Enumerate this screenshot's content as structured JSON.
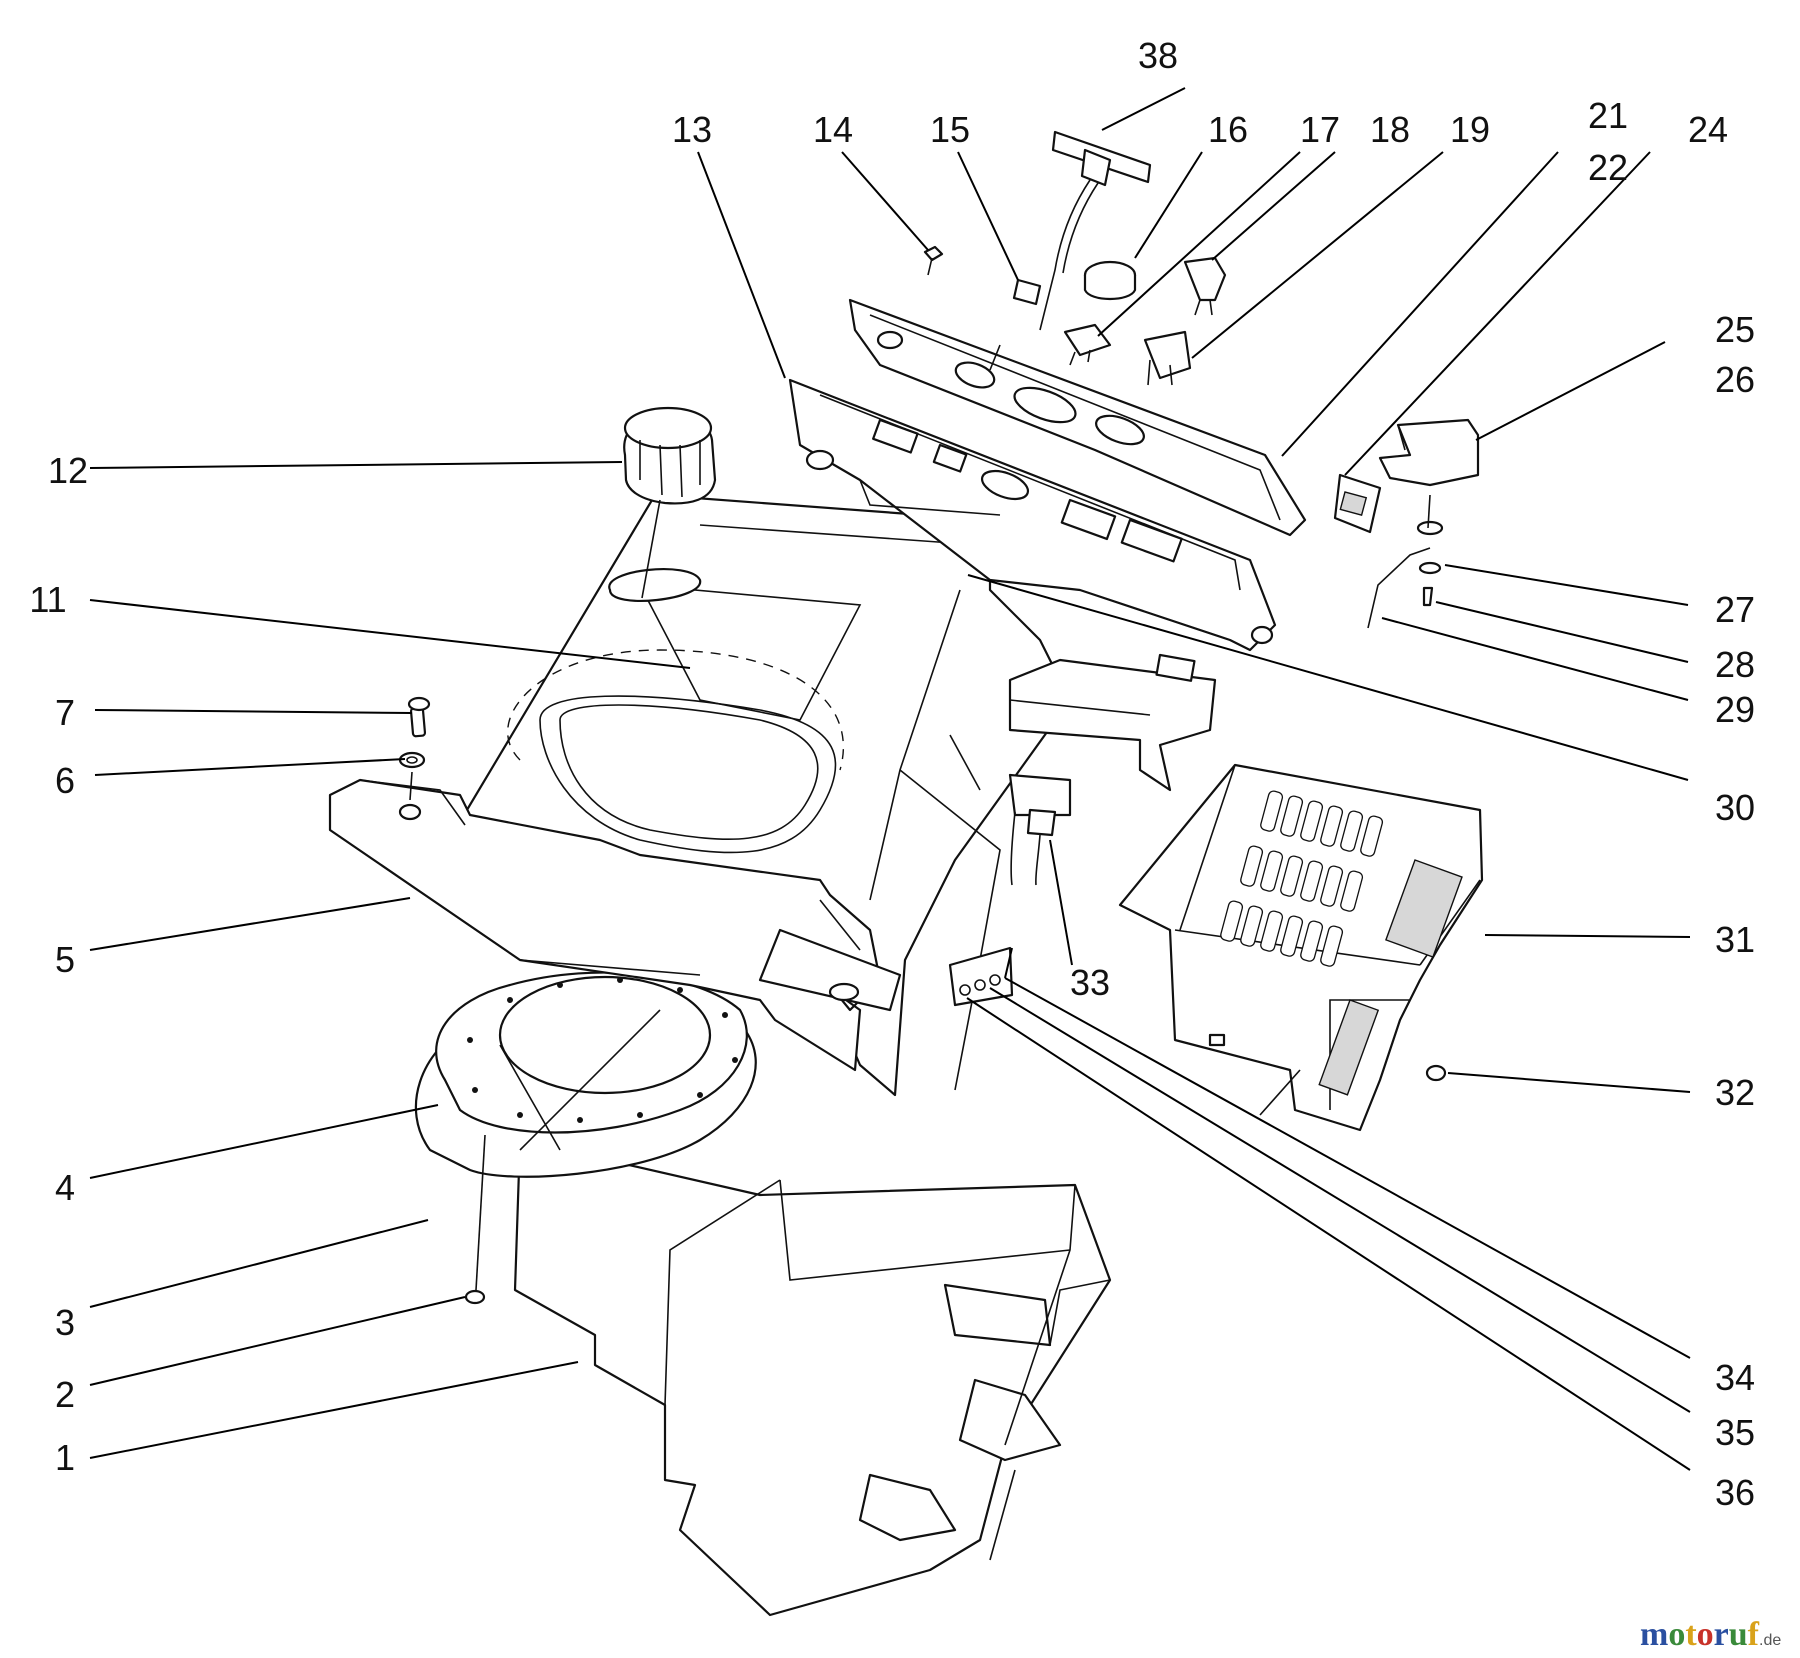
{
  "callouts": [
    "1",
    "2",
    "3",
    "4",
    "5",
    "6",
    "7",
    "11",
    "12",
    "13",
    "14",
    "15",
    "16",
    "17",
    "18",
    "19",
    "21",
    "22",
    "24",
    "25",
    "26",
    "27",
    "28",
    "29",
    "30",
    "31",
    "32",
    "33",
    "34",
    "35",
    "36",
    "38"
  ],
  "watermark": {
    "letters": [
      "m",
      "o",
      "t",
      "o",
      "r",
      "u",
      "f"
    ],
    "suffix": ".de",
    "colors": [
      "#2a4fa0",
      "#3a8a3a",
      "#d9a21a",
      "#c8322a",
      "#2a4fa0",
      "#3a8a3a",
      "#d9a21a"
    ],
    "suffix_color": "#555555"
  }
}
